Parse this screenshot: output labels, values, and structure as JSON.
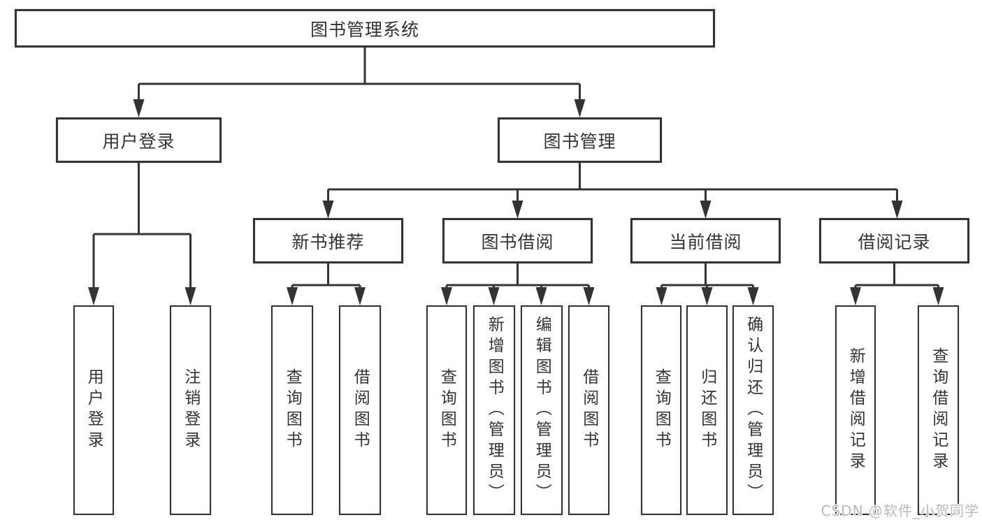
{
  "diagram": {
    "root": {
      "label": "图书管理系统"
    },
    "branches": [
      {
        "label": "用户登录",
        "leaves": [
          "用户登录",
          "注销登录"
        ]
      },
      {
        "label": "图书管理",
        "groups": [
          {
            "label": "新书推荐",
            "leaves": [
              "查询图书",
              "借阅图书"
            ]
          },
          {
            "label": "图书借阅",
            "leaves": [
              "查询图书",
              "新增图书（管理员）",
              "编辑图书（管理员）",
              "借阅图书"
            ]
          },
          {
            "label": "当前借阅",
            "leaves": [
              "查询图书",
              "归还图书",
              "确认归还（管理员）"
            ]
          },
          {
            "label": "借阅记录",
            "leaves": [
              "新增借阅记录",
              "查询借阅记录"
            ]
          }
        ]
      }
    ]
  },
  "watermark": {
    "text": "CSDN @软件_小贺同学"
  },
  "colors": {
    "line": "#333333",
    "box_fill": "#ffffff",
    "watermark": "#b9b9b9"
  }
}
